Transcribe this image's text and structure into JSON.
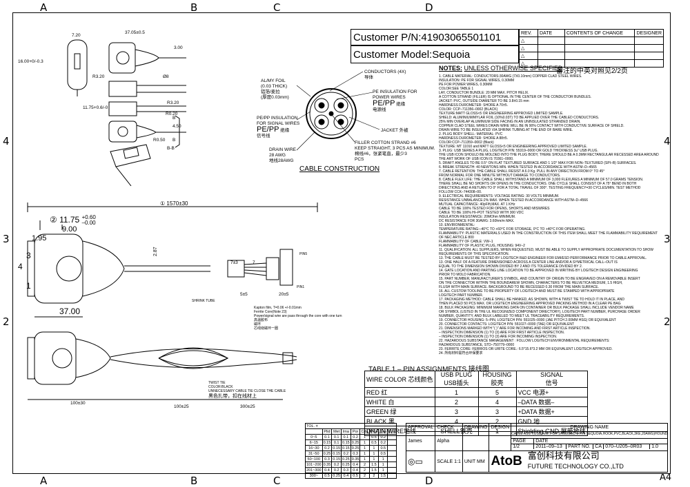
{
  "zones": {
    "top": [
      "A",
      "B",
      "C",
      "D"
    ],
    "bottom": [
      "A",
      "B",
      "C",
      "D"
    ],
    "left": [
      "4",
      "3",
      "2"
    ],
    "right": [
      "4",
      "3",
      "2"
    ],
    "sheet_size": "A4"
  },
  "header": {
    "customer_pn_label": "Customer P/N:",
    "customer_pn": "41903065501101",
    "customer_model_label": "Customer Model:",
    "customer_model": "Sequoia"
  },
  "revision_table": {
    "headers": [
      "REV.",
      "DATE",
      "CONTENTS OF CHANGE",
      "DESIGNER"
    ],
    "rows": [
      [
        "△",
        "",
        "",
        ""
      ],
      [
        "△",
        "",
        "",
        ""
      ],
      [
        "△",
        "",
        "",
        ""
      ],
      [
        "△",
        "",
        "",
        ""
      ]
    ]
  },
  "plug_views": {
    "d1": "7.20",
    "d2": "37.05±0.5",
    "d3": "3.00",
    "d4": "16.00+0/-0.3",
    "d5": "R3.20",
    "d6": "Ø8",
    "d7": "11.75+0.6/-0",
    "d8": "R0.20",
    "d9": "R0.50",
    "d10": "B",
    "d11": "B",
    "d12": "4.50",
    "d13": "R3.20",
    "section": "B-B"
  },
  "cable_construction": {
    "title": "CABLE CONSTRUCTION",
    "foil_en": "AL/MY FOIL",
    "foil_thick": "(0.03 THICK)",
    "foil_cn": "铝箔/麦拉",
    "foil_cn2": "(厚度0.03mm)",
    "signal_ins_en": "PE/PP INSULATION FOR SIGNAL WIRES",
    "signal_ins_big": "PE/PP",
    "signal_ins_cn": "绝缘",
    "signal_cn": "信号线",
    "drain_en": "DRAIN WIRE",
    "drain_awg": "28 AWG",
    "drain_cn": "地线28AWG",
    "conductors_en": "CONDUCTORS (4X)",
    "conductors_cn": "导体",
    "power_ins_en": "PE INSULATION FOR POWER WIRES",
    "power_ins_big": "PE/PP",
    "power_ins_cn": "绝缘",
    "power_cn": "电源线",
    "jacket_en": "JACKET",
    "jacket_cn": "外被",
    "filler_en": "FILLER COTTON STRAND #6",
    "filler_en2": "KEEP STRAIGHT, 3 PCS AS MINIMUM.",
    "filler_cn": "棉线#6，张紧笔直，最少3",
    "filler_pcs": "PCS"
  },
  "notes": {
    "title": "NOTES:",
    "subtitle": "UNLESS OTHERWISE SPECIFIED",
    "cn": "备注的中英对照见2/2页",
    "lines": [
      "1.  CABLE MATERIAL:  CONDUCTORS:30AWG (7X0.10mm) COPPER CLAD STEEL WIRES.",
      "                         INSULATION:  PE  FOR SIGNAL WIRES,  0.30MM",
      "                                      PE  FOR POWER WIRES,  0.30MM",
      "                                      COLOR:SEE TABLE 1",
      "                     LAY, CONDUCTOR BUNDLE: 20 MM MAX. PITCH HELIX.",
      "                     A COTTON STRAND (FILLER) IS OPTIONAL IN THE CENTER OF THE CONDUCTOR BUNDLES.",
      "            JACKET: PVC, OUTSIDE DIAMETER TO BE 3.8±0.15 mm",
      "                     HARDNESS DUROMETER:  SHORE A 70±5.",
      "                     COLOR: CCP–711356–0002 (BLACK)",
      "                     TEXTURE:MATT GLOSS<5 OR ENGINEERING APPROVED LIMITED SAMPLE.",
      "            SHIELD: ALUMINIUM/MYLAR FOIL (10%0.03T) TO BE APPLIED OVER THE CABLED CONDUCTORS.",
      "                     25% MIN OVERLAP ALUMINIUM SIDE FACING IN AN UNINSULATED STRANDED DRAIN.",
      "  COPPER CLAD STEEL WIRES DRAIN WIRE WILL BE IN 90% CONTACT WITH CONDUCTIVE SURFACE OF SHIELD.",
      "                     DRAIN WIRE TO BE INSULATED VIA SHRINK TUBING AT THE END OF BARE WIRE.",
      "2.  PLUG BODY SHELL:  MATERIAL: PVC",
      "                     HARDNESS DUROMETER: SHORE A 88±5.",
      "                     COLOR:CCP–711359–0002 (Black)",
      "                     TEXTURE: MT 11010 and MATT GLOSS<5 OR ENGINEERING APPROVED LIMITED SAMPLE.",
      "3.  PLUG: USB SERIES A PLUG, LOGITECH P/N: 55319–0000 OR GOLD THICKNESS 3u\" USB PLUG.",
      "    THE USB ICON SHOULD BE MOLDED INTO THE PLUG BODY, THERE SHOULD BE A 0.3MM RECTANGULAR RECESSED AREA AROUND",
      "    THE ART WORK OF USB ICON IS 70361–0000.",
      "5.  DRAFT ANGLES TO BE 0.5° ON FLAT TEXTURED SURFACE AND 1 1/2° MAX FOR NON–TEXTURED (SPI–B) SURFACES.",
      "6.  BREAK STRENGTH: 40 NEWTONS MIN. WHEN TESTED IN ACCORDANCE WITH ASTM–D–4565",
      "7.  CABLE RETENTION: THE CABLE SHALL RESIST A 6.0 Kg. PULL IN ANY DIRECTION FROM 0° TO 45°",
      "    FROM NORMAL FOR ONE MINUTE WITHOUT DAMAGE TO CONDUCTORS.",
      "8.  CABLE FLEX LIFE: THE CABLE SHALL WITHSTAND A MINIMUM OF 3,000 FLEXURES A MINIMUM OF 57.0 GRAMS TENSION.",
      "    THERE SHALL BE NO SHORTS OR OPENS IN THE CONDUCTORS. ONE CYCLE SHALL CONSIST OF A 75° BEND IN BOTH",
      "    DIRECTIONS AND A RETURN TO 0° FOR A TOTAL TRAVEL OF 300°. TESTING FREQUENCY=30 CYCLES/MIN. TEST METHOD",
      "    FOLLOW CCK–744308–00.",
      "9.  ELECTRICAL REQUIREMENTS:  VOLTAGE RATING: 30 VOLTS MINIMUM.",
      "                     RESISTANCE UNBALANCE:2% MAX. WHEN TESTED IN ACCORDANCE WITH ASTM–D–4566",
      "                     MUTUAL CAPACITANCE: 40pF/ft,MAX. AT 1 KHz",
      "                     CABLE TO BE 100% TESTED FOR OPENS, SHORTS AND MISWIRES",
      "                     CABLE TO BE 100% HI–POT TESTED WITH 300 VDC",
      "                     INSULATION RESISTANCE: 20MOhm MINIMUM.",
      "                     DC RESISTANCE FOR 30AWG: 3.60hm/m MAX.",
      "10. ENVIRONMENTAL:",
      "    TEMPERATURE RATING:–40°C TO +60°C FOR STORAGE, 0°C TO +40°C FOR OPERATING.",
      "    FLAMMABILITY: PLASTIC MATERIALS USED IN THE CONSTRUCTION OF THIS ITEM SHALL MEET THE FLAMMABILITY REQUIREMENT",
      "                  OF NEC ARTICLE 800",
      "    FLAMMABILITY OF CABLE: VW–1",
      "    FLAMMABILITY OF PLASTIC PLUG, HOUSING: 94V–2",
      "11.   QUALIFICATION: ALL SUPPLIERS, WHEN REQUESTED, MUST BE ABLE TO SUPPLY APPROPRIATE DOCUMENTATION TO SHOW",
      "                  REQUIREMENTS OF THIS SPECIFICATION.",
      "13. THE CABLE MUST BE TESTED BY LOGITECH R&D ENGINEER FOR EMI/ESD PERFORMANCE PRIOR TO CABLE APPROVAL.",
      "13. ONE HALF OF A FEATURE DIMENSIONED ACROSS A CENTER LINE AND/OR A SYMETRICAL CALL–OUT IS",
      "    EQUAL TO THE DIMENSION SHOWN DIVIDED BY 2 AND ITS TOLERANCE DIVIDED BY 2.",
      "14. GATE LOCATION AND PARTING LINE LOCATION TO BE APPROVED IN WRITING BY LOGITECH DESIGN ENGINEERING",
      "    PRIOR TO MOLD FABRICATION.",
      "15. PART NUMBER, MANUFACTURER'S SYMBOL, AND COUNTRY OF ORIGIN TO BE ENGRAVED ON A REMOVABLE INSERT",
      "    ON THE CONNECTOR WITHIN THE BOUNDAREW SHOWN, CHARACTERS TO BE HELVETICA MEDIUM, 1.5 HIGH,",
      "    FLUSH WITH MAIN SURFACE. BACKGROUND TO BE RECESSED 0.30 FROM THE MAIN SURFACE.",
      "16. ALL CUSTOM TOOLING TO BE PROPERTY OF LOGITECH AND MUST BE STAMPED WITH APPROPRIATE",
      "    LOGITECH PART NUMBER.",
      "17. PACKAGING METHOD: CABLE SHALL BE HANKED, AS SHOWN, WITH A TWIST TIE TO HOLD IT IN PLACE, AND",
      "    THEN PLACED 50 PCS MAX. OR LOGITECH ENGINEERING APPROVED PACKING METHOD IN A CLEAR PE BAG",
      "18. BULK PACKAGING: MINIMUM MARKING DATA ON CONTAINER OR BULK PACKAGE SHALL INCLUDE VENDOR NAME",
      "    OR SYMBOL (LISTED IN THE UL RECOGNIZED COMPONENT DIRECTORY), LOGITECH PART NUMBER, PURCHASE ORDER",
      "    NUMBER, QUANTITY, AND BULK LABELED TO MEET UL TRACEABILITY REQUIREMENTS.",
      "19. CONNECTOR HOUSING: 5–PIN, LOGITECH P/N: 551025–0000 (JAE PITCH 2.00MM HSG) OR EQUIVALENT",
      "20. CONNECTOR CONTACTS: LOGITECH P/N: 551027–0000 (TAE) OR EQUIVALENT",
      "21. DIMENSIONS MARKED WITH \"( )\" ARE FOR INCOMING AND FIRST ARTICLE INSPECTION.",
      "     –  INSPECTION DIMENSION (1) TO (3) ARE FOR FIRST ARTICLE INSPECTION.",
      "     –  INSPECTION DIMENSION (1) TO (3) ARE FOR INCOMING INSPECTION.",
      "22. HAZARDOUS SUBSTANCE MANAGEMENT : FOLLOW LOGITECH ENVIRONMENTAL REQUIREMENTS:",
      "    HAZARDOUS SUBSTANCE, STD–750779–0000",
      "23. FERRITE CORE: FERRIOS OR URITE CORE.:  6.5*15.6*3.2 MM OR EQUIVALENT LOGITECH APPROVED.",
      "24. 所有材料需符合环保要求"
    ]
  },
  "assembly": {
    "d_1570": "① 1570",
    "tol_1570": "±30",
    "d_1175": "② 11.75",
    "tol_1175_plus": "+0.60",
    "tol_1175_minus": "–0.00",
    "d_900": "9.00",
    "d_195": "1.95",
    "d_3700": "37.00",
    "d_287": "2.87",
    "d_7": "7",
    "d_7pm3": "7±3",
    "d_5pm5": "5±5",
    "d_20pm5": "20±5",
    "pin5": "PIN5",
    "pin1": "PIN1",
    "shrink": "SHRINK TUBE",
    "kapton": "Kapton film, T=0.06 +/-0.01mm",
    "ferrite": "Ferrite Core(Note 23)",
    "wires_note": "Power/signal wire are pass through the core with one turn",
    "cn1": "高温胶布",
    "cn2": "磁环",
    "cn3": "芯线绕磁环一圈",
    "row_3": "3",
    "row_4": "4",
    "row_1": "1"
  },
  "packing": {
    "twist_tie": "TWIST TIE",
    "color": "COLOR:BLACK",
    "unnecessary": "UNNECESSARY CABLE TIE CLOSE THE CABLE",
    "cn": "黑色扎带，扣在线材上",
    "d_100": "100±30",
    "d_100b": "100±25",
    "d_300": "300±25"
  },
  "pin_table": {
    "title": "TABLE 1 – PIN ASSIGNMENTS",
    "title_cn": "接线图",
    "headers": [
      "WIRE COLOR",
      "芯线颜色",
      "USB PLUG",
      "USB插头",
      "HOUSING",
      "胶壳",
      "SIGNAL",
      "信号"
    ],
    "rows": [
      [
        "RED",
        "红",
        "1",
        "5",
        "VCC",
        "电源+"
      ],
      [
        "WHITE",
        "白",
        "2",
        "4",
        "–DATA",
        "数据–"
      ],
      [
        "GREEN",
        "绿",
        "3",
        "3",
        "+DATA",
        "数据+"
      ],
      [
        "BLACK",
        "黑",
        "4",
        "2",
        "GND",
        "地"
      ],
      [
        "DRAIN WIRE",
        "地线",
        "SHELL",
        "铁壳",
        "1",
        "Shielding GND",
        "屏蔽地线"
      ]
    ]
  },
  "tolerance_table": {
    "title": "TOL. ±",
    "headers": [
      "",
      "Plid",
      "Met",
      "Ima",
      "Por",
      "Cdu",
      "Plas",
      "Gas",
      "Gra"
    ],
    "rows": [
      [
        "0~5",
        "0.1",
        "0.1",
        "0.1",
        "0.2",
        "1",
        "0.5",
        "0.2"
      ],
      [
        "6~15",
        "0.15",
        "0.1",
        "0.15",
        "0.25",
        "1",
        "0.5",
        "0.2"
      ],
      [
        "16~30",
        "0.2",
        "0.15",
        "0.15",
        "0.25",
        "1",
        "1",
        "0.5"
      ],
      [
        "31~50",
        "0.25",
        "0.15",
        "0.2",
        "0.3",
        "1",
        "1",
        "0.5"
      ],
      [
        "50~100",
        "0.3",
        "0.15",
        "0.25",
        "0.35",
        "1",
        "1",
        "1"
      ],
      [
        "101~200",
        "0.35",
        "0.2",
        "0.25",
        "0.4",
        "2",
        "1.5",
        "1"
      ],
      [
        "201~300",
        "0.4",
        "0.2",
        "0.3",
        "0.4",
        "2",
        "1.5",
        "1"
      ],
      [
        "300~",
        "0.5",
        "0.25",
        "0.4",
        "0.5",
        "2",
        "2",
        "1.5"
      ]
    ]
  },
  "title_block": {
    "approval": "APPROVAL",
    "check": "CHECK",
    "drawing": "DRAWING",
    "design": "DESIGN",
    "drawing_name_label": "DRAWING NAME",
    "drawing_name": "CABLE ASS'Y,USB,A/M, FOR SHIELDED 5 PIN SEQUOIA,HOOK,PVC,BLACK,3KE,20AWG)HOUND",
    "approval_name": "James",
    "check_name": "Alpha",
    "page_label": "PAGE",
    "date_label": "DATE",
    "page": "1/2",
    "date": "2011–09–13",
    "part_no_label": "PART NO.",
    "part_no_prefix": "CA",
    "part_no": "070–U205–0R03",
    "version": "1.0",
    "scale_label": "SCALE",
    "scale": "1:1",
    "unit_label": "UNIT",
    "unit": "MM",
    "brand": "AtoB",
    "company_cn": "富创科技有限公司",
    "company_en": "FUTURE TECHNOLOGY CO.,LTD"
  }
}
